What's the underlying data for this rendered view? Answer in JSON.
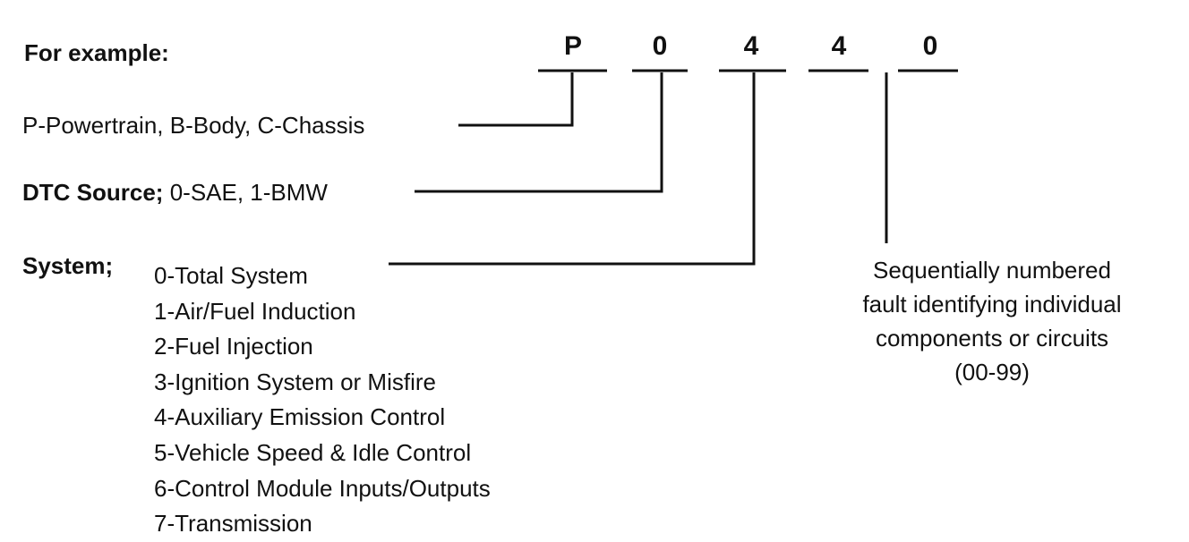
{
  "heading": "For example:",
  "code_chars": [
    "P",
    "0",
    "4",
    "4",
    "0"
  ],
  "rows": {
    "category": "P-Powertrain, B-Body, C-Chassis",
    "source_bold": "DTC Source;",
    "source_rest": "0-SAE, 1-BMW",
    "system_bold": "System;"
  },
  "system_items": [
    "0-Total System",
    "1-Air/Fuel Induction",
    "2-Fuel Injection",
    "3-Ignition System or Misfire",
    "4-Auxiliary Emission Control",
    "5-Vehicle Speed & Idle Control",
    "6-Control Module Inputs/Outputs",
    "7-Transmission"
  ],
  "fault_description": [
    "Sequentially numbered",
    "fault identifying individual",
    "components or circuits",
    "(00-99)"
  ]
}
